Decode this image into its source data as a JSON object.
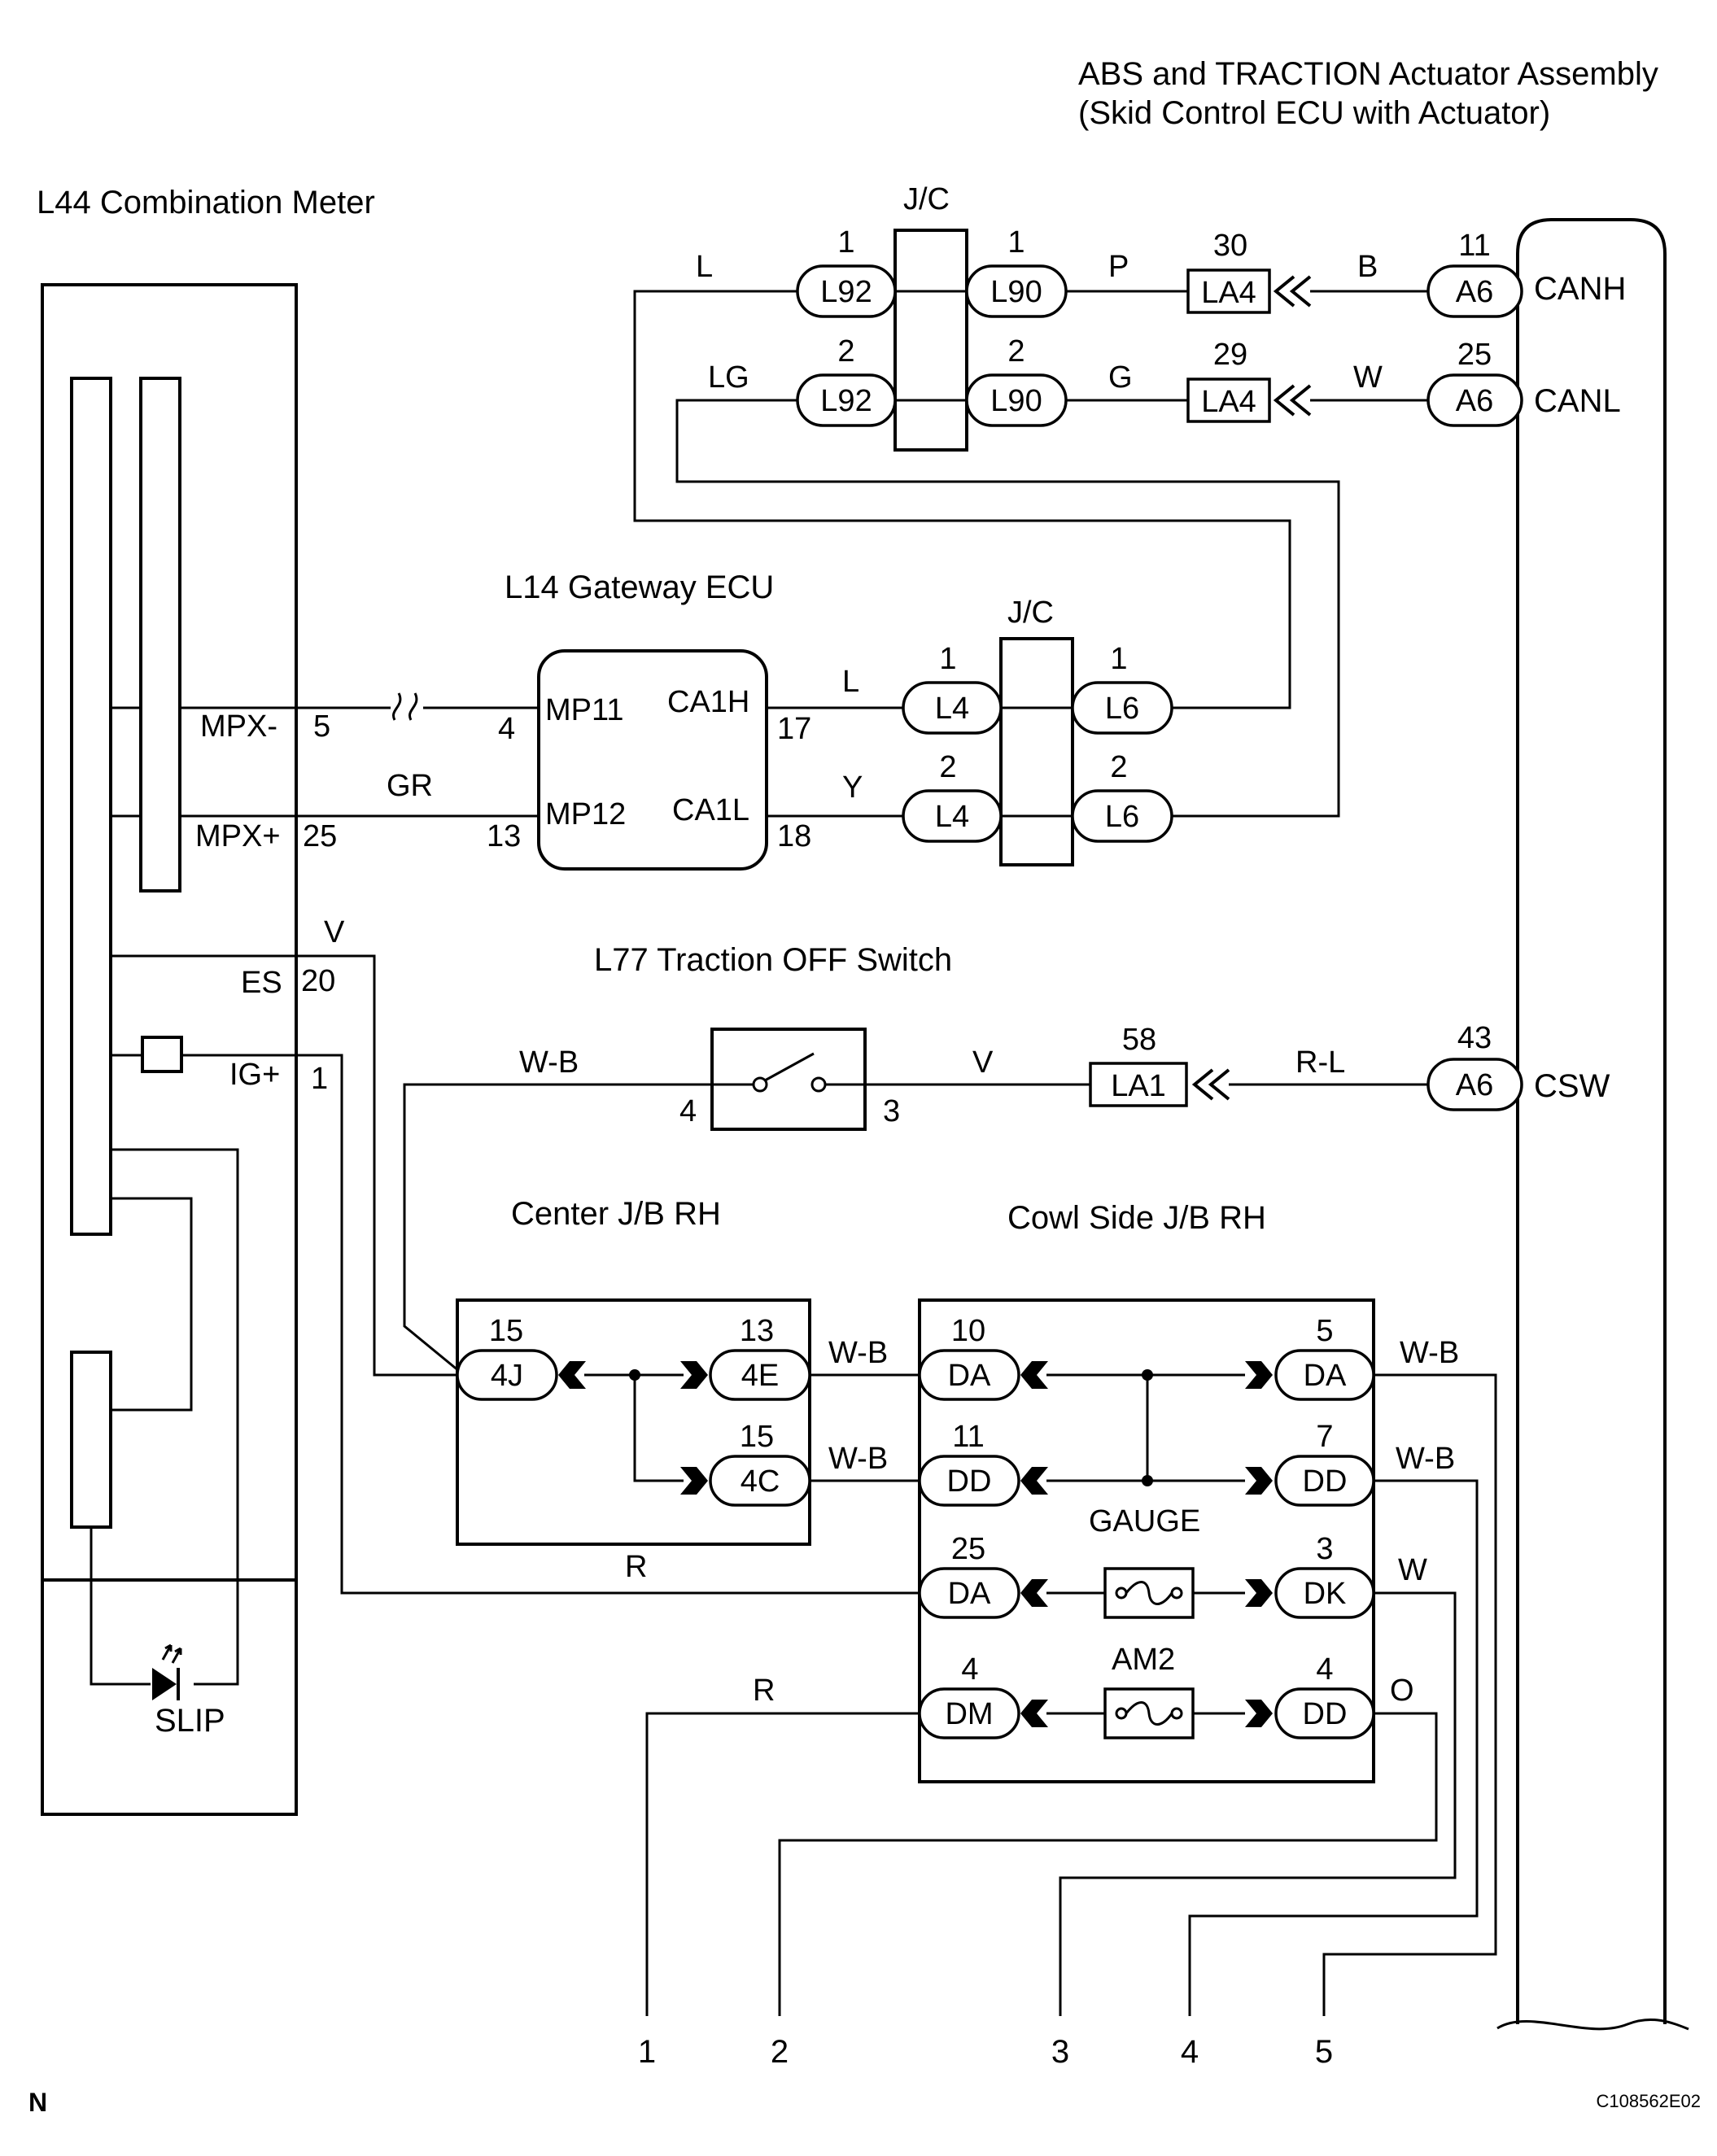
{
  "titles": {
    "abs_line1": "ABS and TRACTION Actuator Assembly",
    "abs_line2": "(Skid Control ECU with Actuator)",
    "meter": "L44 Combination Meter",
    "gateway": "L14 Gateway ECU",
    "traction_switch": "L77 Traction OFF Switch",
    "center_jb": "Center J/B RH",
    "cowl_jb": "Cowl Side J/B RH",
    "jc_top": "J/C",
    "jc_mid": "J/C"
  },
  "abs_pins": {
    "canh": "CANH",
    "canl": "CANL",
    "csw": "CSW"
  },
  "meter_pins": {
    "mpx_minus": "MPX-",
    "mpx_minus_no": "5",
    "mpx_plus": "MPX+",
    "mpx_plus_no": "25",
    "es": "ES",
    "es_no": "20",
    "ig": "IG+",
    "ig_no": "1",
    "slip": "SLIP"
  },
  "gateway_pins": {
    "mp11": "MP11",
    "mp11_no": "4",
    "mp12": "MP12",
    "mp12_no": "13",
    "ca1h": "CA1H",
    "ca1h_no": "17",
    "ca1l": "CA1L",
    "ca1l_no": "18"
  },
  "switch_pins": {
    "left": "4",
    "right": "3"
  },
  "wires": {
    "top_l": "L",
    "top_lg": "LG",
    "top_p": "P",
    "top_g": "G",
    "top_b": "B",
    "top_w": "W",
    "gr": "GR",
    "mid_l": "L",
    "mid_y": "Y",
    "v_meter": "V",
    "wb_switch": "W-B",
    "v_switch": "V",
    "rl": "R-L",
    "wb_4e": "W-B",
    "wb_4c": "W-B",
    "r_meter": "R",
    "r_dm": "R",
    "wb_out5": "W-B",
    "wb_out7": "W-B",
    "w_dk": "W",
    "o_dd": "O"
  },
  "connectors": {
    "l92_1": {
      "label": "L92",
      "no": "1"
    },
    "l92_2": {
      "label": "L92",
      "no": "2"
    },
    "l90_1": {
      "label": "L90",
      "no": "1"
    },
    "l90_2": {
      "label": "L90",
      "no": "2"
    },
    "la4_30": {
      "label": "LA4",
      "no": "30"
    },
    "la4_29": {
      "label": "LA4",
      "no": "29"
    },
    "a6_11": {
      "label": "A6",
      "no": "11"
    },
    "a6_25": {
      "label": "A6",
      "no": "25"
    },
    "l4_1": {
      "label": "L4",
      "no": "1"
    },
    "l4_2": {
      "label": "L4",
      "no": "2"
    },
    "l6_1": {
      "label": "L6",
      "no": "1"
    },
    "l6_2": {
      "label": "L6",
      "no": "2"
    },
    "la1_58": {
      "label": "LA1",
      "no": "58"
    },
    "a6_43": {
      "label": "A6",
      "no": "43"
    },
    "j4j_15": {
      "label": "4J",
      "no": "15"
    },
    "j4e_13": {
      "label": "4E",
      "no": "13"
    },
    "j4c_15": {
      "label": "4C",
      "no": "15"
    },
    "da_10": {
      "label": "DA",
      "no": "10"
    },
    "dd_11": {
      "label": "DD",
      "no": "11"
    },
    "da_25": {
      "label": "DA",
      "no": "25"
    },
    "dm_4": {
      "label": "DM",
      "no": "4"
    },
    "da_5": {
      "label": "DA",
      "no": "5"
    },
    "dd_7": {
      "label": "DD",
      "no": "7"
    },
    "dk_3": {
      "label": "DK",
      "no": "3"
    },
    "dd_4": {
      "label": "DD",
      "no": "4"
    }
  },
  "fuses": {
    "gauge": "GAUGE",
    "am2": "AM2"
  },
  "outputs": [
    "1",
    "2",
    "3",
    "4",
    "5"
  ],
  "footer": {
    "north": "N",
    "code": "C108562E02"
  }
}
